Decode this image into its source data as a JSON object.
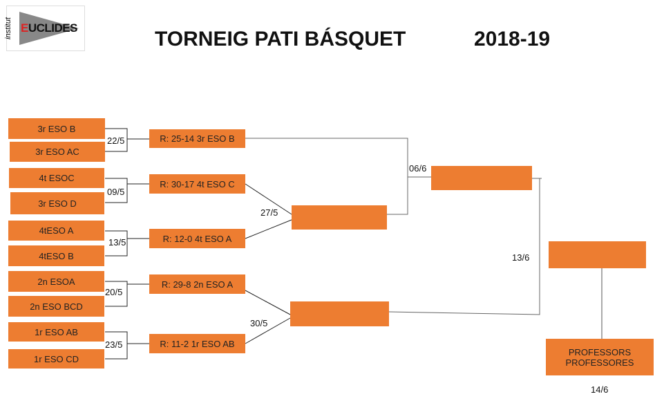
{
  "logo": {
    "institut": "institut",
    "e": "E",
    "rest": "UCLIDES"
  },
  "title": "TORNEIG PATI BÁSQUET",
  "season": "2018-19",
  "teams": [
    "3r ESO B",
    "3r ESO AC",
    "4t ESOC",
    "3r ESO D",
    "4tESO A",
    "4tESO B",
    "2n ESOA",
    "2n ESO BCD",
    "1r ESO AB",
    "1r ESO CD"
  ],
  "round1_dates": [
    "22/5",
    "09/5",
    "13/5",
    "20/5",
    "23/5"
  ],
  "results": [
    "R: 25-14  3r ESO B",
    "R: 30-17  4t ESO C",
    "R: 12-0  4t ESO A",
    "R: 29-8  2n ESO A",
    "R: 11-2 1r ESO AB"
  ],
  "semi_dates": [
    "27/5",
    "30/5"
  ],
  "final_dates": {
    "semifinal": "06/6",
    "final": "13/6",
    "professors": "14/6"
  },
  "professors": {
    "line1": "PROFESSORS",
    "line2": "PROFESSORES"
  }
}
